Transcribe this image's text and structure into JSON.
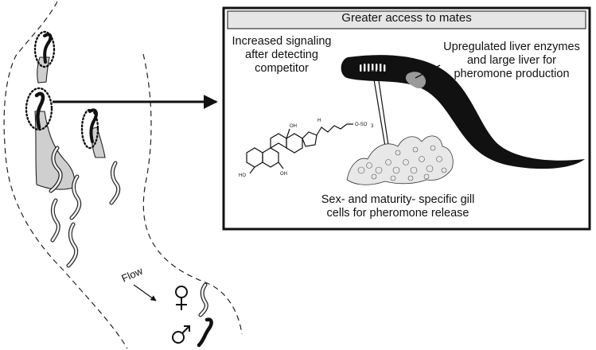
{
  "panel": {
    "title": "Greater access to mates",
    "signaling_label": [
      "Increased signaling",
      "after detecting",
      "competitor"
    ],
    "liver_label": [
      "Upregulated liver enzymes",
      "and large liver for",
      "pheromone production"
    ],
    "gill_label": [
      "Sex- and maturity- specific gill",
      "cells for pheromone release"
    ]
  },
  "legend": {
    "flow_label": "Flow",
    "female_symbol": "female-symbol-icon",
    "male_symbol": "male-symbol-icon"
  },
  "colors": {
    "male_lamprey": "#111111",
    "female_lamprey": "#f2f2f2",
    "plume": "#cfcfcf",
    "panel_header": "#e6e6e6"
  }
}
